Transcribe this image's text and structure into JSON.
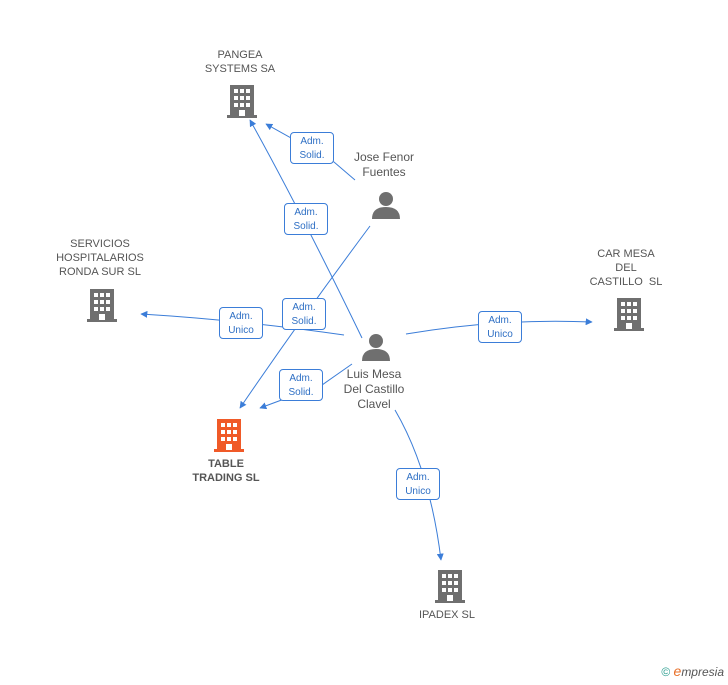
{
  "colors": {
    "edge": "#3b7dd8",
    "company": "#6f6f6f",
    "focus_company": "#f05a28",
    "person": "#6f6f6f"
  },
  "nodes": {
    "pangea": {
      "lines": [
        "PANGEA",
        "SYSTEMS SA"
      ],
      "icon": "building-icon"
    },
    "jose": {
      "lines": [
        "Jose Fenor",
        "Fuentes"
      ],
      "icon": "person-icon"
    },
    "servicios": {
      "lines": [
        "SERVICIOS",
        "HOSPITALARIOS",
        "RONDA SUR SL"
      ],
      "icon": "building-icon"
    },
    "carmesa": {
      "lines": [
        "CAR MESA",
        "DEL",
        "CASTILLO  SL"
      ],
      "icon": "building-icon"
    },
    "luis": {
      "lines": [
        "Luis Mesa",
        "Del Castillo",
        "Clavel"
      ],
      "icon": "person-icon"
    },
    "table": {
      "lines": [
        "TABLE",
        "TRADING SL"
      ],
      "icon": "building-icon"
    },
    "ipadex": {
      "lines": [
        "IPADEX SL"
      ],
      "icon": "building-icon"
    }
  },
  "badges": {
    "b1": [
      "Adm.",
      "Solid."
    ],
    "b2": [
      "Adm.",
      "Solid."
    ],
    "b3": [
      "Adm.",
      "Solid."
    ],
    "b4": [
      "Adm.",
      "Unico"
    ],
    "b5": [
      "Adm.",
      "Solid."
    ],
    "b6": [
      "Adm.",
      "Unico"
    ],
    "b7": [
      "Adm.",
      "Unico"
    ]
  },
  "footer": {
    "copyright_symbol": "©",
    "brand_initial": "e",
    "brand_rest": "mpresia"
  }
}
